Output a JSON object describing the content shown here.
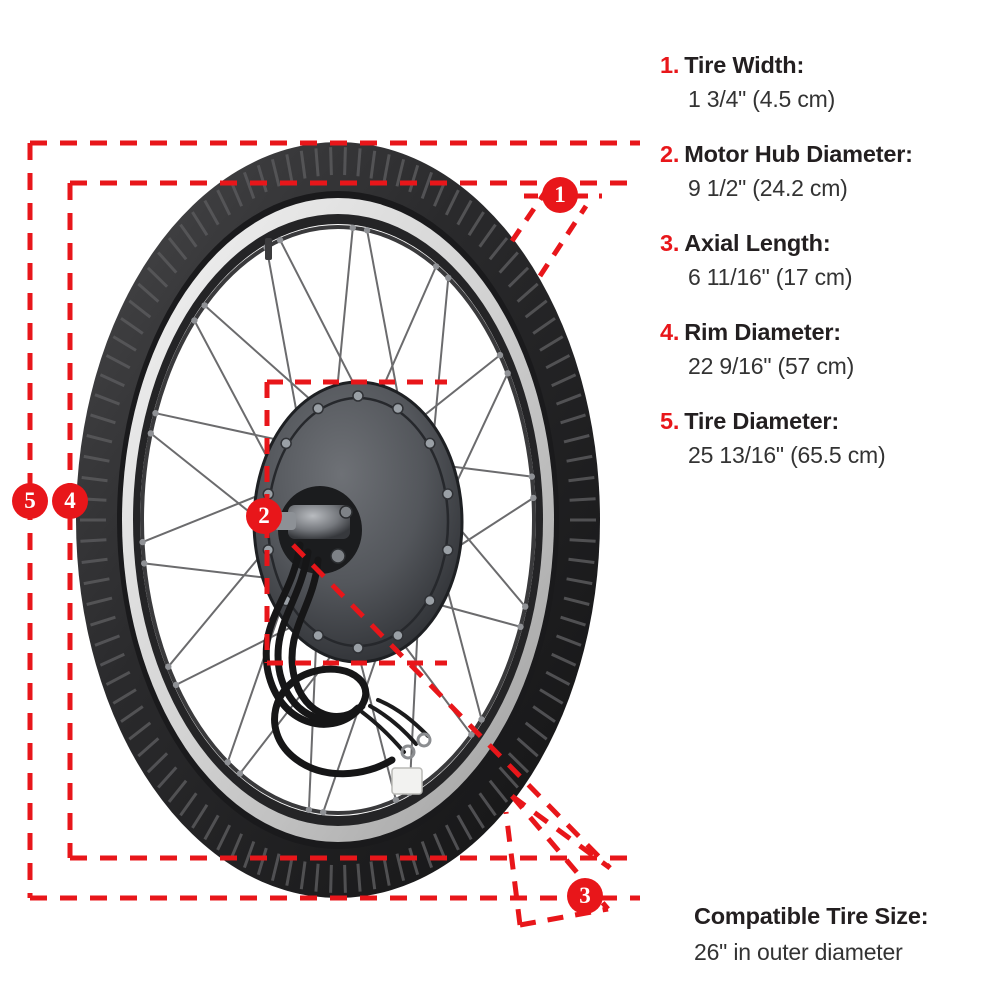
{
  "diagram": {
    "title_alt": "Electric bike motor wheel dimension diagram",
    "accent_color": "#e8161a",
    "text_color": "#231f20",
    "value_color": "#333333",
    "background": "#ffffff",
    "callouts": [
      {
        "id": "1",
        "label": "1",
        "target": "tire-width"
      },
      {
        "id": "2",
        "label": "2",
        "target": "motor-hub-diameter"
      },
      {
        "id": "3",
        "label": "3",
        "target": "axial-length"
      },
      {
        "id": "4",
        "label": "4",
        "target": "rim-diameter"
      },
      {
        "id": "5",
        "label": "5",
        "target": "tire-diameter"
      }
    ]
  },
  "specs": [
    {
      "number": "1.",
      "label": "Tire Width:",
      "value": "1 3/4\" (4.5 cm)"
    },
    {
      "number": "2.",
      "label": "Motor Hub Diameter:",
      "value": "9 1/2\" (24.2 cm)"
    },
    {
      "number": "3.",
      "label": "Axial Length:",
      "value": "6 11/16\" (17 cm)"
    },
    {
      "number": "4.",
      "label": "Rim Diameter:",
      "value": "22 9/16\" (57 cm)"
    },
    {
      "number": "5.",
      "label": "Tire Diameter:",
      "value": "25 13/16\" (65.5 cm)"
    }
  ],
  "compatible": {
    "title": "Compatible Tire Size:",
    "value": "26\" in outer diameter"
  }
}
